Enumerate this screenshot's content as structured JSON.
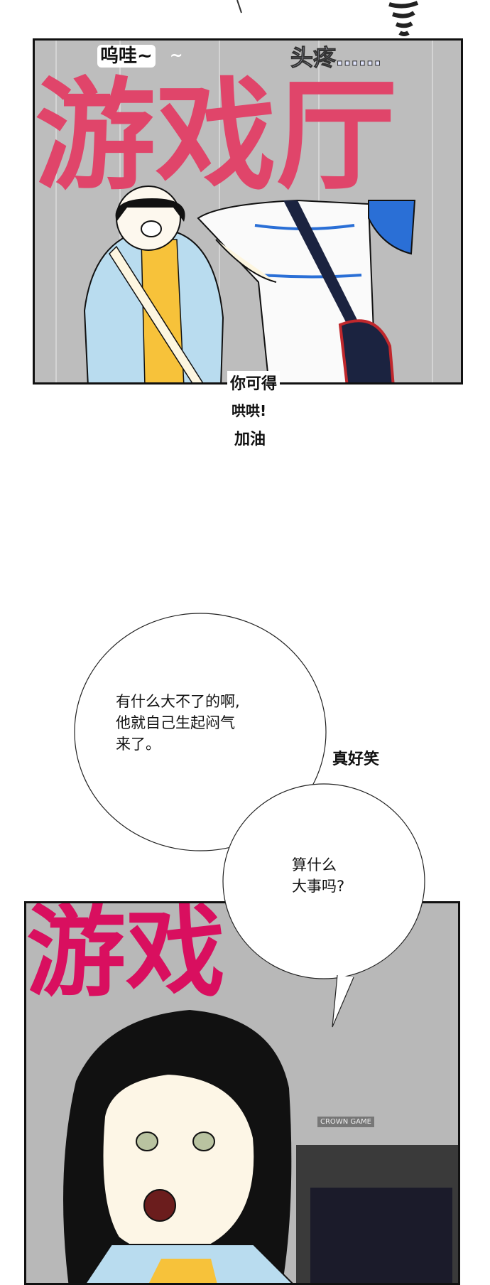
{
  "panel1": {
    "sign_text": "游戏厅",
    "sfx_wow": "呜哇~",
    "sfx_tilde": "~",
    "sfx_headache": "头疼……",
    "caption_lines": [
      "你可得",
      "哄哄!",
      "加油"
    ]
  },
  "bubbles": [
    {
      "lines": [
        "有什么大不了的啊,",
        "他就自己生起闷气",
        "来了。"
      ]
    },
    {
      "lines": [
        "算什么",
        "大事吗?"
      ]
    }
  ],
  "aside": "真好笑",
  "panel2": {
    "sign_text": "游戏",
    "machine_label": "CROWN GAME"
  },
  "colors": {
    "sign_red": "#e0456a",
    "sign_magenta": "#d90f5f",
    "shirt_blue": "#b9dcef",
    "tshirt_yellow": "#f7c23a",
    "cap_blue": "#2a6fd6"
  }
}
